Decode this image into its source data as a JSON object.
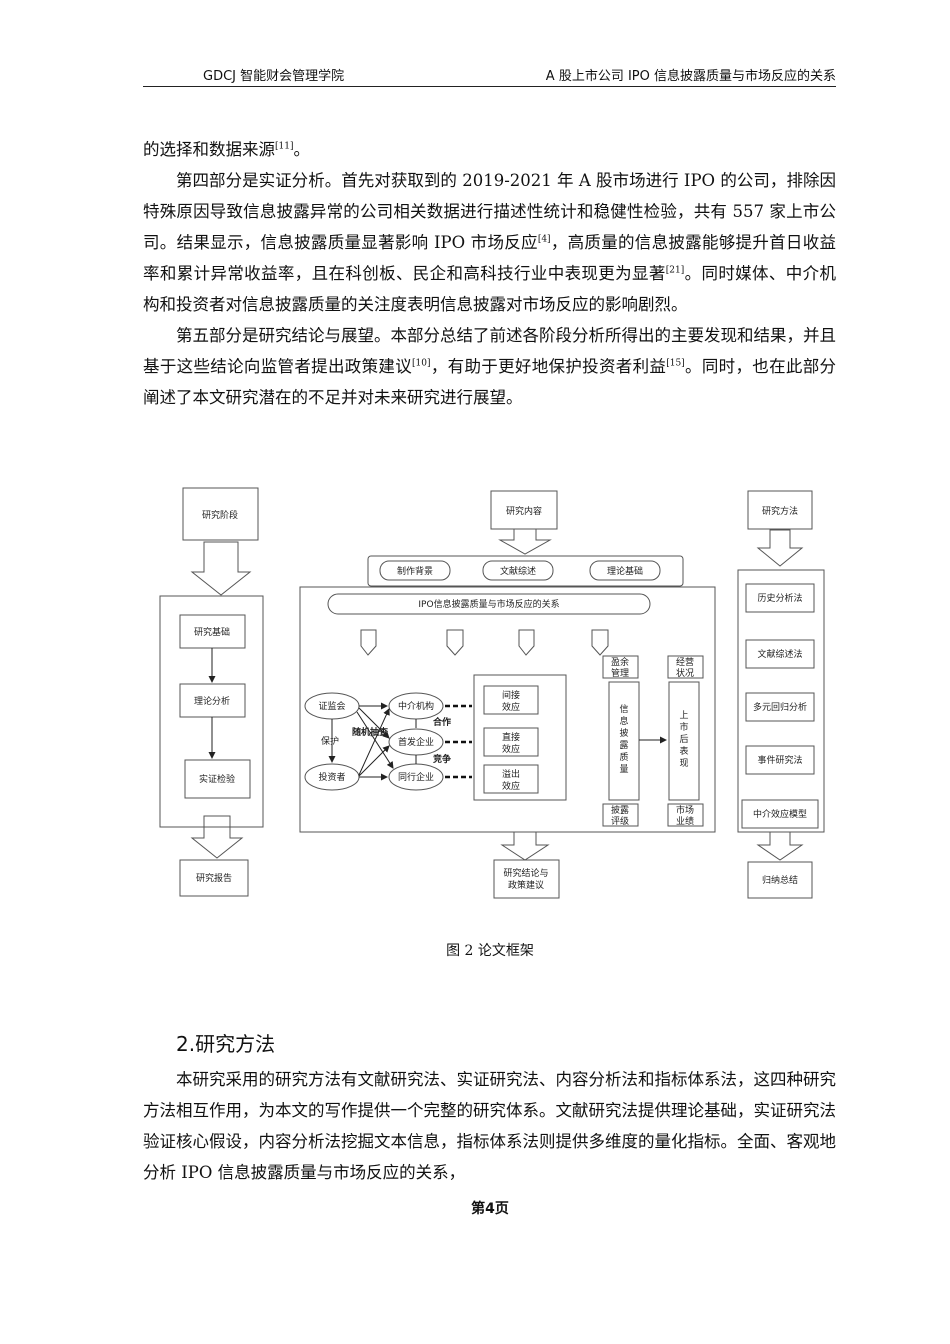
{
  "header": {
    "left": "GDCJ 智能财会管理学院",
    "right": "A 股上市公司 IPO 信息披露质量与市场反应的关系"
  },
  "top_text": {
    "line0": "的选择和数据来源",
    "line0_ref": "[11]",
    "line0_end": "。",
    "p1_a": "第四部分是实证分析。首先对获取到的 2019-2021 年 A 股市场进行 IPO 的公司，排除因特殊原因导致信息披露异常的公司相关数据进行描述性统计和稳健性检验，共有 557 家上市公司。结果显示，信息披露质量显著影响 IPO 市场反应",
    "p1_ref1": "[4]",
    "p1_b": "，高质量的信息披露能够提升首日收益率和累计异常收益率，且在科创板、民企和高科技行业中表现更为显著",
    "p1_ref2": "[21]",
    "p1_c": "。同时媒体、中介机构和投资者对信息披露质量的关注度表明信息披露对市场反应的影响剧烈。",
    "p2_a": "第五部分是研究结论与展望。本部分总结了前述各阶段分析所得出的主要发现和结果，并且基于这些结论向监管者提出政策建议",
    "p2_ref1": "[10]",
    "p2_b": "，有助于更好地保护投资者利益",
    "p2_ref2": "[15]",
    "p2_c": "。同时，也在此部分阐述了本文研究潜在的不足并对未来研究进行展望。"
  },
  "figure": {
    "left": {
      "title": "研究阶段",
      "items": [
        "研究基础",
        "理论分析",
        "实证检验"
      ],
      "bottom": "研究报告"
    },
    "center": {
      "title": "研究内容",
      "pills": [
        "制作背景",
        "文献综述",
        "理论基础"
      ],
      "banner": "IPO信息披露质量与市场反应的关系",
      "regulator": "证监会",
      "investor": "投资者",
      "protect": "保护",
      "intermediary": "中介机构",
      "issuer": "首发企业",
      "peer": "同行企业",
      "random": "随机抽查",
      "cooperate": "合作",
      "compete": "竞争",
      "effects": [
        [
          "间接",
          "效应"
        ],
        [
          "直接",
          "效应"
        ],
        [
          "溢出",
          "效应"
        ]
      ],
      "tag_tl": [
        "盈余",
        "管理"
      ],
      "tag_tr": [
        "经营",
        "状况"
      ],
      "tag_bl": [
        "披露",
        "评级"
      ],
      "tag_br": [
        "市场",
        "业绩"
      ],
      "quality": [
        "信",
        "息",
        "披",
        "露",
        "质",
        "量"
      ],
      "performance": [
        "上",
        "市",
        "后",
        "表",
        "现"
      ],
      "bottom": [
        "研究结论与",
        "政策建议"
      ]
    },
    "right": {
      "title": "研究方法",
      "items": [
        "历史分析法",
        "文献综述法",
        "多元回归分析",
        "事件研究法",
        "中介效应模型"
      ],
      "bottom": "归纳总结"
    }
  },
  "caption": "图 2 论文框架",
  "section": {
    "title": "2.研究方法"
  },
  "bottom_text": {
    "p3": "本研究采用的研究方法有文献研究法、实证研究法、内容分析法和指标体系法，这四种研究方法相互作用，为本文的写作提供一个完整的研究体系。文献研究法提供理论基础，实证研究法验证核心假设，内容分析法挖掘文本信息，指标体系法则提供多维度的量化指标。全面、客观地分析 IPO 信息披露质量与市场反应的关系，"
  },
  "footer": "第4页"
}
